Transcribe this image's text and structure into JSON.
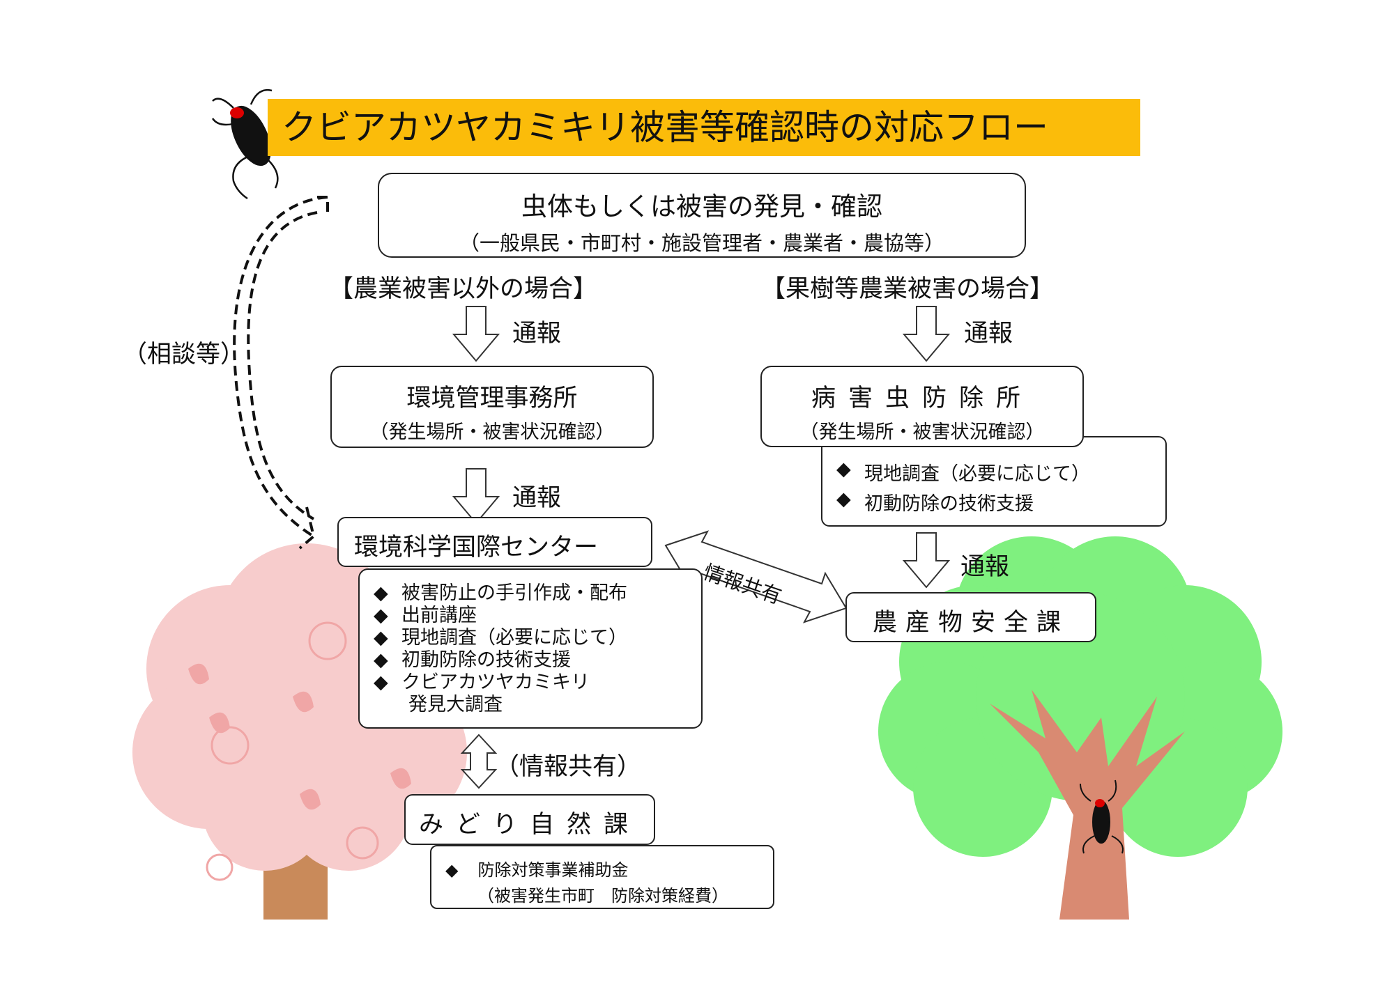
{
  "title": "クビアカツヤカミキリ被害等確認時の対応フロー",
  "discovery": {
    "main": "虫体もしくは被害の発見・確認",
    "sub": "（一般県民・市町村・施設管理者・農業者・農協等）"
  },
  "branch_left": "【農業被害以外の場合】",
  "branch_right": "【果樹等農業被害の場合】",
  "report_label": "通報",
  "consult_label": "（相談等）",
  "env_office": {
    "main": "環境管理事務所",
    "sub": "（発生場所・被害状況確認）"
  },
  "pest_office": {
    "main": "病害虫防除所",
    "sub": "（発生場所・被害状況確認）",
    "tasks": [
      "現地調査（必要に応じて）",
      "初動防除の技術支援"
    ]
  },
  "env_center": {
    "main": "環境科学国際センター",
    "tasks": [
      "被害防止の手引作成・配布",
      "出前講座",
      "現地調査（必要に応じて）",
      "初動防除の技術支援",
      "クビアカツヤカミキリ"
    ],
    "task_cont": "発見大調査"
  },
  "info_share": "情報共有",
  "info_share_paren": "（情報共有）",
  "agri_safety": "農産物安全課",
  "midori": {
    "main": "みどり自然課",
    "task": "防除対策事業補助金",
    "task_sub": "（被害発生市町　防除対策経費）"
  },
  "bullet_glyph": "◆",
  "colors": {
    "title_bg": "#fbbc0a",
    "pink_tree": "#f7cccc",
    "green_tree": "#7ff07f",
    "trunk_left": "#c98a5a",
    "trunk_right": "#d98a72"
  }
}
